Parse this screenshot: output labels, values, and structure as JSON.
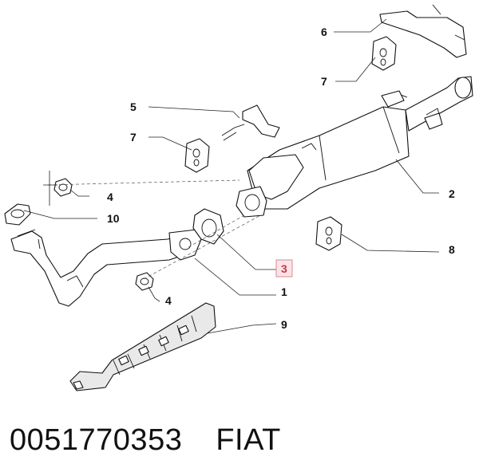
{
  "callouts": {
    "c1": "1",
    "c2": "2",
    "c3": "3",
    "c4a": "4",
    "c4b": "4",
    "c5": "5",
    "c6": "6",
    "c7a": "7",
    "c7b": "7",
    "c8": "8",
    "c9": "9",
    "c10": "10"
  },
  "highlighted_callout": "3",
  "footer": {
    "part_number": "0051770353",
    "brand": "FIAT"
  },
  "colors": {
    "highlight_fill": "#fbe3e6",
    "highlight_border": "#d88a96",
    "highlight_text": "#c0394d"
  }
}
